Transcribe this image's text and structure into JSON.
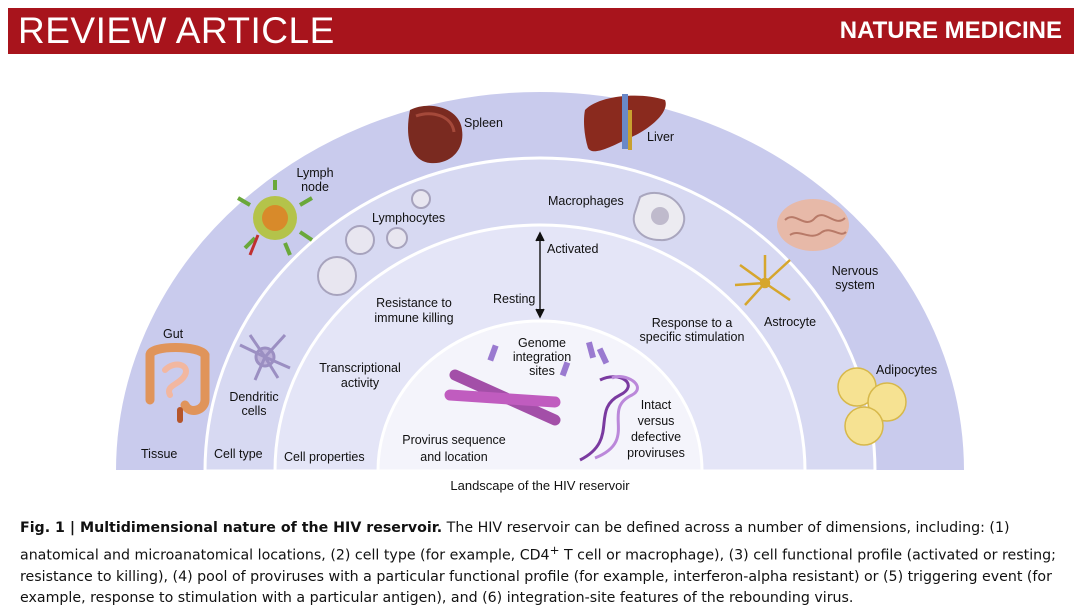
{
  "header": {
    "left": "REVIEW ARTICLE",
    "right": "NATURE MEDICINE"
  },
  "figure": {
    "layers": {
      "tissue": "Tissue",
      "cell_type": "Cell type",
      "cell_properties": "Cell properties",
      "provirus": [
        "Provirus sequence",
        "and location"
      ]
    },
    "organs": {
      "spleen": "Spleen",
      "liver": "Liver",
      "lymph_node": [
        "Lymph",
        "node"
      ],
      "gut": "Gut",
      "nervous_system": [
        "Nervous",
        "system"
      ],
      "adipocytes": "Adipocytes"
    },
    "cells": {
      "lymphocytes": "Lymphocytes",
      "macrophages": "Macrophages",
      "astrocyte": "Astrocyte",
      "dendritic": [
        "Dendritic",
        "cells"
      ]
    },
    "properties": {
      "activated": "Activated",
      "resting": "Resting",
      "resistance": [
        "Resistance to",
        "immune killing"
      ],
      "response": [
        "Response to a",
        "specific stimulation"
      ],
      "transcriptional": [
        "Transcriptional",
        "activity"
      ]
    },
    "provirus": {
      "genome": [
        "Genome",
        "integration",
        "sites"
      ],
      "intact": [
        "Intact",
        "versus",
        "defective",
        "proviruses"
      ]
    },
    "title": "Landscape of the HIV reservoir"
  },
  "caption": {
    "bold": "Fig. 1 | Multidimensional nature of the HIV reservoir.",
    "text_a": " The HIV reservoir can be defined across a number of dimensions, including: (1) anatomical and microanatomical locations, (2) cell type (for example, CD4",
    "sup": "+",
    "text_b": " T cell or macrophage), (3) cell functional profile (activated or resting; resistance to killing), (4) pool of proviruses with a particular functional profile (for example, interferon-alpha resistant) or (5) triggering event (for example, response to stimulation with a particular antigen), and (6) integration-site features of the rebounding virus."
  },
  "colors": {
    "banner": "#a8141c",
    "outer_band": "#c9cbed",
    "mid_band": "#d7d9f2",
    "inner_band": "#e4e5f7",
    "core": "#f4f4fb"
  }
}
